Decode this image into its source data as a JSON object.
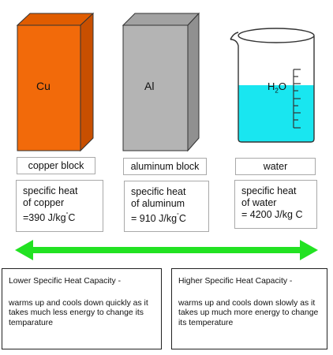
{
  "materials": [
    {
      "symbol": "Cu",
      "name": "copper block",
      "heat_line1": "specific heat",
      "heat_line2": "of copper",
      "heat_value": "=390 J/kg",
      "heat_unit_sup": "°",
      "heat_unit_tail": "C",
      "face_color": "#f26a0a",
      "side_color": "#c84f00"
    },
    {
      "symbol": "Al",
      "name": "aluminum block",
      "heat_line1": "specific heat",
      "heat_line2": "of aluminum",
      "heat_value": "= 910 J/kg",
      "heat_unit_sup": "°",
      "heat_unit_tail": "C",
      "face_color": "#b4b4b4",
      "side_color": "#909090"
    },
    {
      "symbol": "H",
      "symbol_sub": "2",
      "symbol_tail": "O",
      "name": "water",
      "heat_line1": "specific heat",
      "heat_line2": "of water",
      "heat_value": "= 4200 J/kg C",
      "heat_unit_sup": "",
      "heat_unit_tail": "",
      "water_color": "#19e6f0"
    }
  ],
  "arrow_color": "#22e222",
  "low": {
    "title": "Lower Specific Heat Capacity -",
    "desc": "warms up and cools down quickly as it takes much less energy to change its temparature"
  },
  "high": {
    "title": "Higher Specific Heat Capacity -",
    "desc": "warms up and cools down slowly as it takes up much more energy to change its temperature"
  }
}
